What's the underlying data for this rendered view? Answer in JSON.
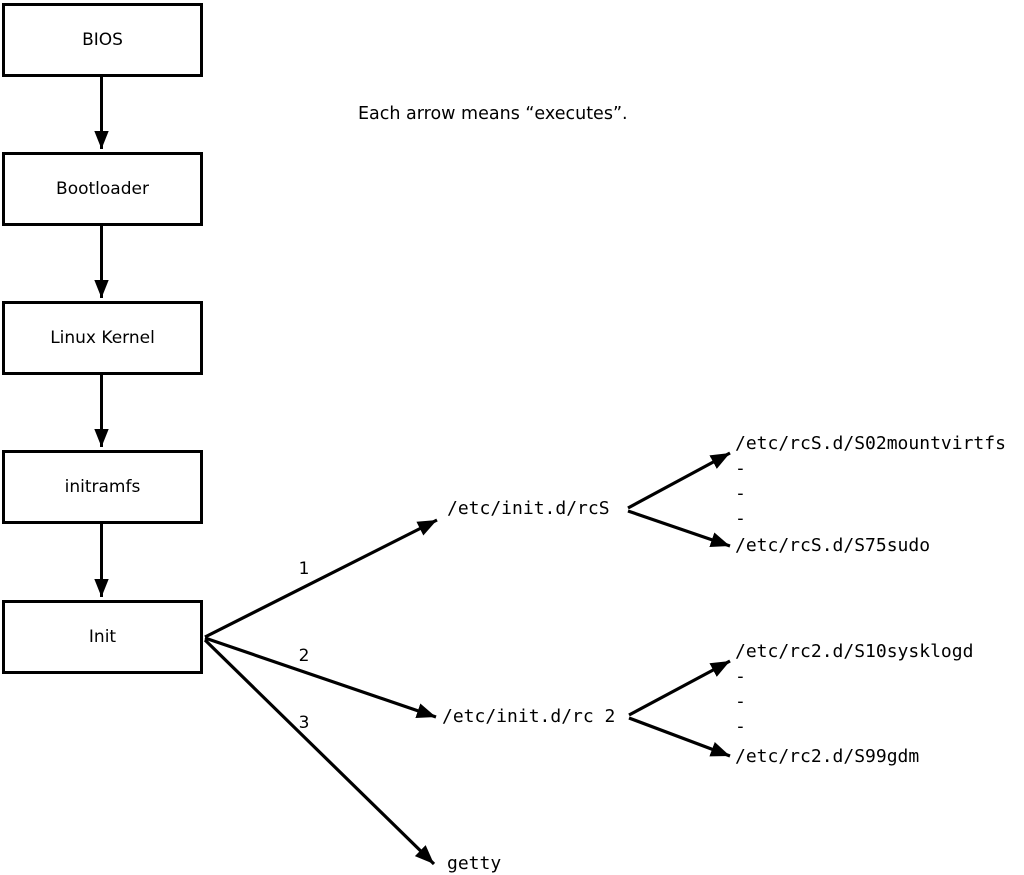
{
  "note": "Each arrow means “executes”.",
  "chain": [
    {
      "label": "BIOS"
    },
    {
      "label": "Bootloader"
    },
    {
      "label": "Linux Kernel"
    },
    {
      "label": "initramfs"
    },
    {
      "label": "Init"
    }
  ],
  "branches": [
    {
      "number": "1",
      "target": "/etc/init.d/rcS"
    },
    {
      "number": "2",
      "target": "/etc/init.d/rc 2"
    },
    {
      "number": "3",
      "target": "getty"
    }
  ],
  "rcS_dir": {
    "first": "/etc/rcS.d/S02mountvirtfs",
    "dots": [
      "-",
      "-",
      "-"
    ],
    "last": "/etc/rcS.d/S75sudo"
  },
  "rc2_dir": {
    "first": "/etc/rc2.d/S10sysklogd",
    "dots": [
      "-",
      "-",
      "-"
    ],
    "last": "/etc/rc2.d/S99gdm"
  },
  "colors": {
    "line": "#000000",
    "background": "#ffffff"
  }
}
